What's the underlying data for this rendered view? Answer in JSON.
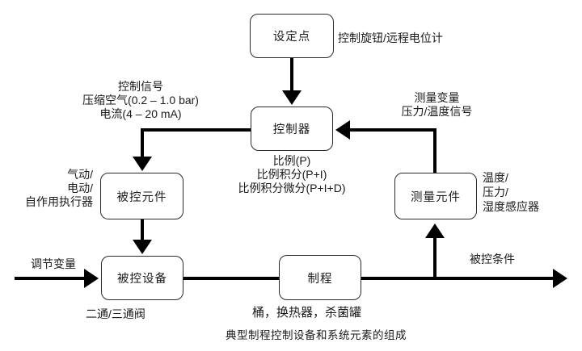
{
  "diagram": {
    "caption": "典型制程控制设备和系统元素的组成",
    "nodes": {
      "setpoint": "设定点",
      "controller": "控制器",
      "control_element": "被控元件",
      "controlled_device": "被控设备",
      "process": "制程",
      "measuring_element": "测量元件"
    },
    "labels": {
      "setpoint_note": "控制旋钮/远程电位计",
      "control_signal": {
        "l1": "控制信号",
        "l2": "压缩空气(0.2 – 1.0 bar)",
        "l3": "电流(4 – 20 mA)"
      },
      "measured_variable": {
        "l1": "测量变量",
        "l2": "压力/温度信号"
      },
      "controller_modes": {
        "l1": "比例(P)",
        "l2": "比例积分(P+I)",
        "l3": "比例积分微分(P+I+D)"
      },
      "actuator_types": {
        "l1": "气动/",
        "l2": "电动/",
        "l3": "自作用执行器"
      },
      "sensor_types": {
        "l1": "温度/",
        "l2": "压力/",
        "l3": "湿度感应器"
      },
      "manipulated_variable": "调节变量",
      "controlled_condition": "被控条件",
      "valve_note": "二通/三通阀",
      "process_examples": "桶，换热器，杀菌罐"
    },
    "colors": {
      "line": "#000000",
      "box_border": "#2b2b2b",
      "background": "#ffffff",
      "text": "#1a1a1a"
    }
  }
}
